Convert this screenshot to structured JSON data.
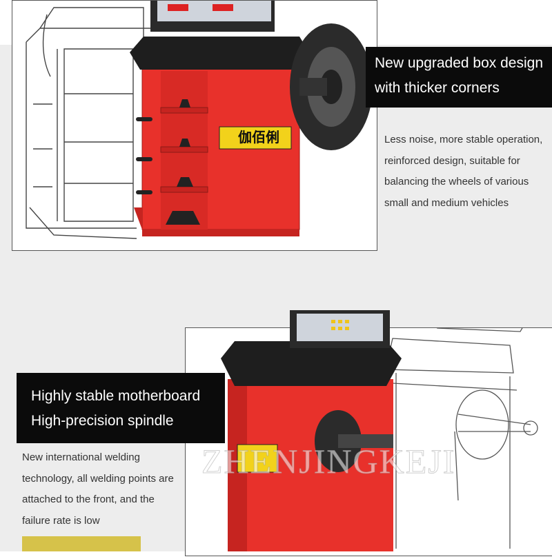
{
  "section1": {
    "caption_lines": [
      "New upgraded box design",
      "with thicker corners"
    ],
    "description_lines": [
      "Less noise, more stable operation,",
      "reinforced design, suitable for",
      "balancing the wheels of various",
      "small and medium vehicles"
    ]
  },
  "section2": {
    "caption_lines": [
      "Highly stable motherboard",
      "High-precision spindle"
    ],
    "description_lines": [
      "New international welding",
      "technology, all welding points are",
      "attached to the front, and the",
      "failure rate is low"
    ]
  },
  "brand_logo": "伽佰俐",
  "watermark": "ZHENJINGKEJI",
  "colors": {
    "machine_red": "#e8312b",
    "panel_black": "#1e1e1e",
    "caption_bg": "#0b0b0b"
  }
}
